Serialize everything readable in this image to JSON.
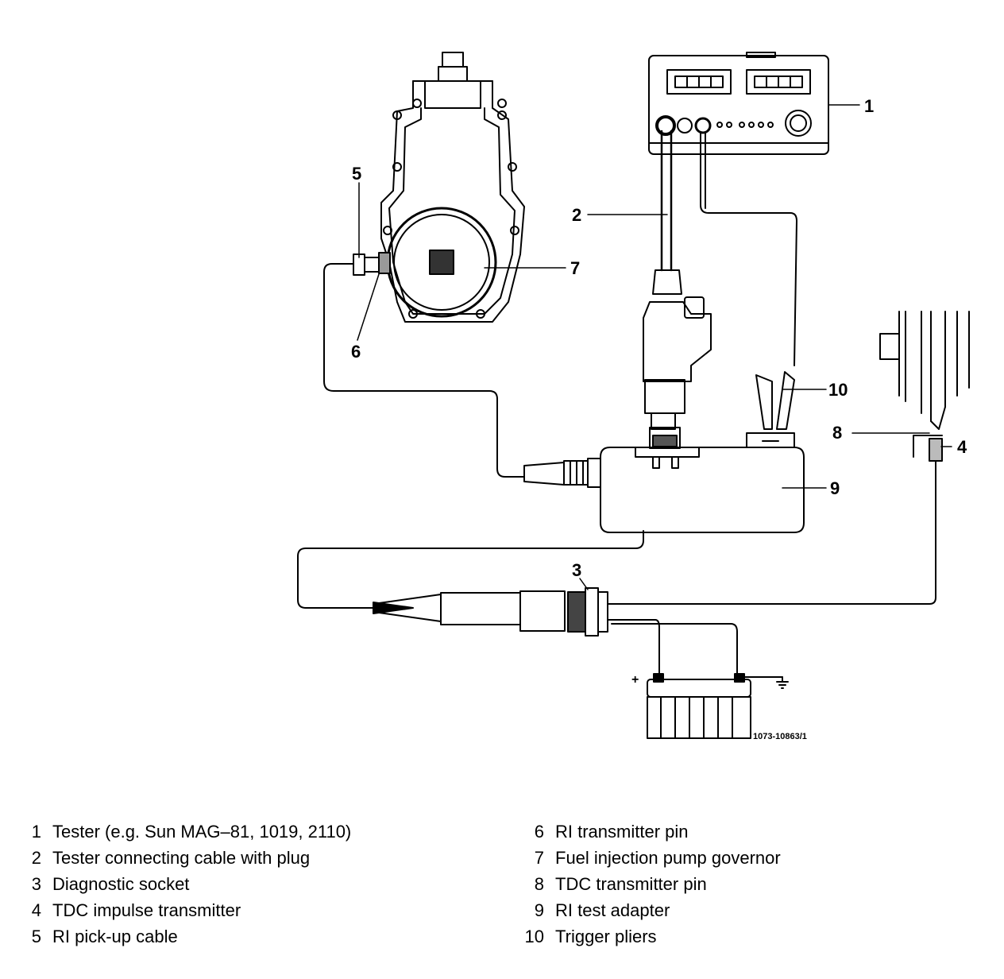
{
  "figure_ref": "1073-10863/1",
  "battery_plus": "+",
  "callouts": [
    "1",
    "2",
    "3",
    "4",
    "5",
    "6",
    "7",
    "8",
    "9",
    "10"
  ],
  "legend": {
    "left": [
      {
        "num": "1",
        "text": "Tester (e.g. Sun MAG–81, 1019, 2110)"
      },
      {
        "num": "2",
        "text": "Tester connecting cable with plug"
      },
      {
        "num": "3",
        "text": "Diagnostic socket"
      },
      {
        "num": "4",
        "text": "TDC impulse transmitter"
      },
      {
        "num": "5",
        "text": "RI pick-up cable"
      }
    ],
    "right": [
      {
        "num": "6",
        "text": "RI transmitter pin"
      },
      {
        "num": "7",
        "text": "Fuel injection pump governor"
      },
      {
        "num": "8",
        "text": "TDC transmitter pin"
      },
      {
        "num": "9",
        "text": "RI test adapter"
      },
      {
        "num": "10",
        "text": "Trigger pliers"
      }
    ]
  }
}
